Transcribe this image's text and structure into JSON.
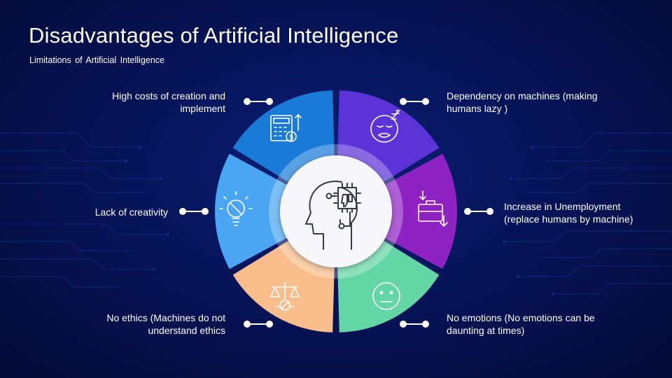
{
  "slide": {
    "title": "Disadvantages of Artificial Intelligence",
    "subtitle": "Limitations  of Artificial  Intelligence"
  },
  "segments": [
    {
      "id": "high-costs",
      "label": "High costs of creation and implement",
      "color": "#1a7ad8",
      "icon": "calculator-money-icon",
      "side": "left"
    },
    {
      "id": "dependency",
      "label": "Dependency on machines (making humans lazy )",
      "color": "#5b33d6",
      "icon": "sleepy-face-icon",
      "side": "right"
    },
    {
      "id": "unemployment",
      "label": "Increase in Unemployment (replace humans by machine)",
      "color": "#8e22c2",
      "icon": "briefcase-down-icon",
      "side": "right"
    },
    {
      "id": "no-emotions",
      "label": "No emotions (No emotions can be daunting at times)",
      "color": "#63d6a6",
      "icon": "neutral-face-icon",
      "side": "right"
    },
    {
      "id": "no-ethics",
      "label": "No ethics (Machines do not understand ethics",
      "color": "#f8bd8a",
      "icon": "scales-icon",
      "side": "left"
    },
    {
      "id": "creativity",
      "label": "Lack of creativity",
      "color": "#4aa6f2",
      "icon": "lightbulb-off-icon",
      "side": "left"
    }
  ],
  "center": {
    "icon": "ai-head-thumbs-down-icon"
  }
}
